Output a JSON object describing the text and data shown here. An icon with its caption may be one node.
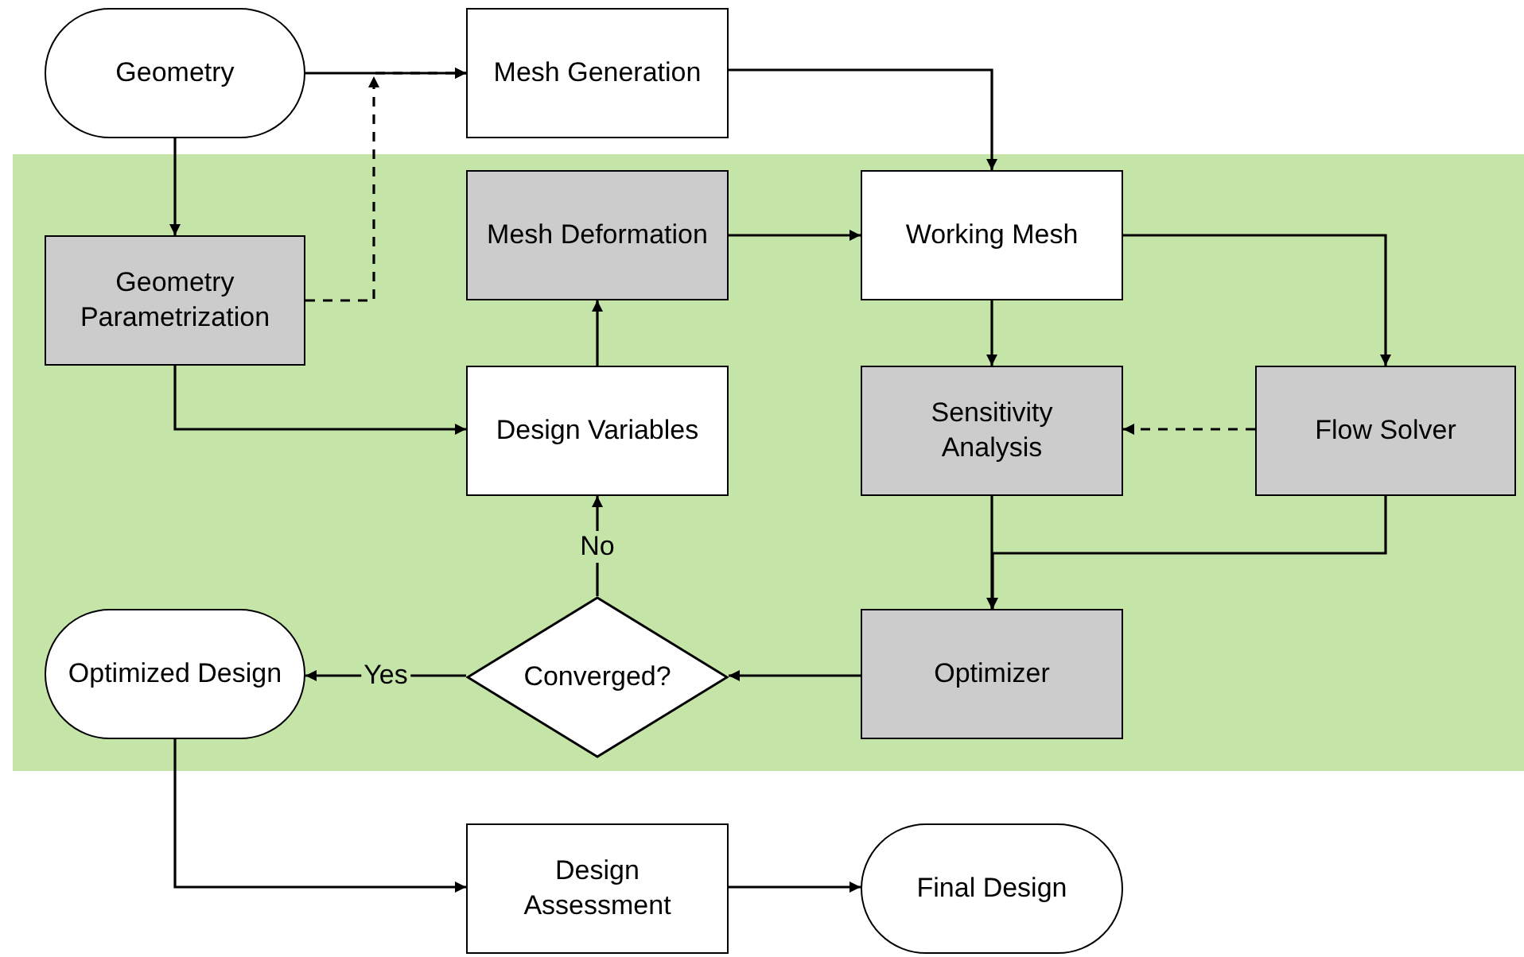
{
  "diagram": {
    "nodes": [
      {
        "text": [
          "Geometry"
        ]
      },
      {
        "text": [
          "Mesh Generation"
        ]
      },
      {
        "text": [
          "Geometry Parametrization"
        ]
      },
      {
        "text": [
          "Mesh Deformation"
        ]
      },
      {
        "text": [
          "Working Mesh"
        ]
      },
      {
        "text": [
          "Design Variables"
        ]
      },
      {
        "text": [
          "Sensitivity Analysis"
        ]
      },
      {
        "text": [
          "Flow Solver"
        ]
      },
      {
        "text": [
          "Optimized Design"
        ]
      },
      {
        "text": [
          "Converged?"
        ]
      },
      {
        "text": [
          "Optimizer"
        ]
      },
      {
        "text": [
          "Design Assessment"
        ]
      },
      {
        "text": [
          "Final Design"
        ]
      }
    ],
    "edges": [
      {
        "from": 0,
        "to": 1,
        "arrow": "to"
      },
      {
        "from": 2,
        "to": 1,
        "arrow": "to",
        "style": "dashed"
      },
      {
        "from": 0,
        "to": 2,
        "arrow": "to"
      },
      {
        "from": 1,
        "to": 4,
        "arrow": "to"
      },
      {
        "from": 3,
        "to": 4,
        "arrow": "to"
      },
      {
        "from": 4,
        "to": 6,
        "arrow": "to"
      },
      {
        "from": 4,
        "to": 7,
        "arrow": "to"
      },
      {
        "from": 7,
        "to": 6,
        "arrow": "to",
        "style": "dashed"
      },
      {
        "from": 2,
        "to": 5,
        "arrow": "to"
      },
      {
        "from": 5,
        "to": 3,
        "arrow": "to"
      },
      {
        "from": 6,
        "to": 10,
        "arrow": "to"
      },
      {
        "from": 7,
        "to": 10,
        "arrow": "to"
      },
      {
        "from": 10,
        "to": 9,
        "arrow": "to"
      },
      {
        "from": 9,
        "to": 5,
        "arrow": "to",
        "label": "No"
      },
      {
        "from": 9,
        "to": 8,
        "arrow": "to",
        "label": "Yes"
      },
      {
        "from": 8,
        "to": 11,
        "arrow": "to"
      },
      {
        "from": 11,
        "to": 12,
        "arrow": "to"
      }
    ]
  }
}
